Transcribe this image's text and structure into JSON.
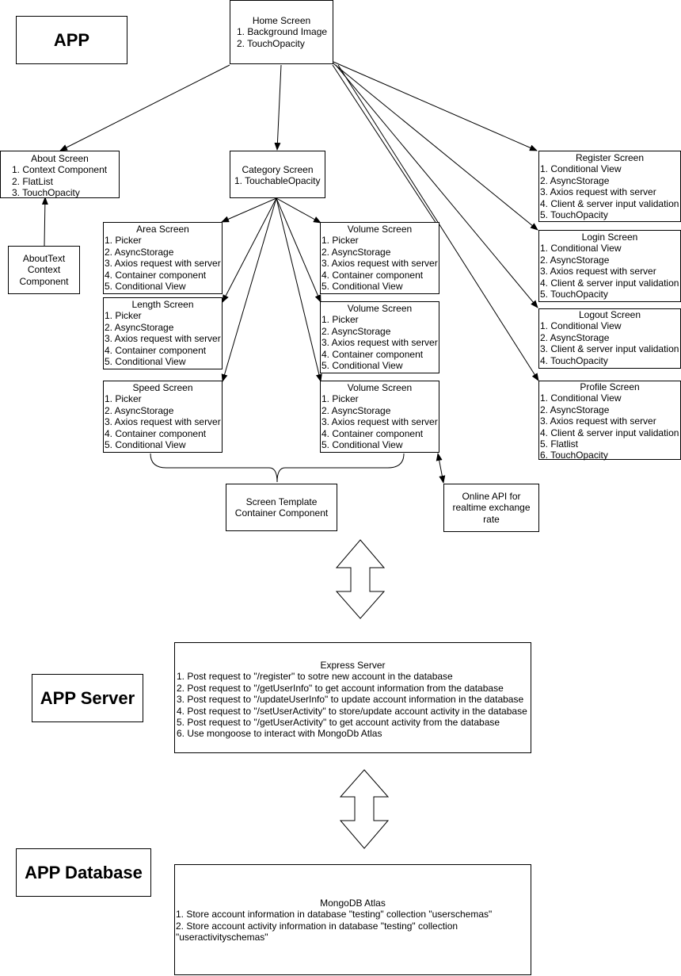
{
  "labels": {
    "app": "APP",
    "server": "APP Server",
    "database": "APP Database"
  },
  "home": {
    "title": "Home Screen",
    "items": [
      "1. Background Image",
      "2. TouchOpacity"
    ]
  },
  "about": {
    "title": "About Screen",
    "items": [
      "1. Context Component",
      "2. FlatList",
      "3. TouchOpacity"
    ]
  },
  "about_text": "AboutText Context Component",
  "category": {
    "title": "Category Screen",
    "items": [
      "1. TouchableOpacity"
    ]
  },
  "area": {
    "title": "Area Screen",
    "items": [
      "1. Picker",
      "2. AsyncStorage",
      "3. Axios request with server",
      "4. Container component",
      "5. Conditional View"
    ]
  },
  "length": {
    "title": "Length Screen",
    "items": [
      "1. Picker",
      "2. AsyncStorage",
      "3. Axios request with server",
      "4. Container component",
      "5. Conditional View"
    ]
  },
  "speed": {
    "title": "Speed Screen",
    "items": [
      "1. Picker",
      "2. AsyncStorage",
      "3. Axios request with server",
      "4. Container component",
      "5. Conditional View"
    ]
  },
  "volume1": {
    "title": "Volume Screen",
    "items": [
      "1. Picker",
      "2. AsyncStorage",
      "3. Axios request with server",
      "4. Container component",
      "5. Conditional View"
    ]
  },
  "volume2": {
    "title": "Volume Screen",
    "items": [
      "1. Picker",
      "2. AsyncStorage",
      "3. Axios request with server",
      "4. Container component",
      "5. Conditional View"
    ]
  },
  "volume3": {
    "title": "Volume Screen",
    "items": [
      "1. Picker",
      "2. AsyncStorage",
      "3. Axios request with server",
      "4. Container component",
      "5. Conditional View"
    ]
  },
  "register": {
    "title": "Register Screen",
    "items": [
      "1. Conditional View",
      "2. AsyncStorage",
      "3. Axios request with server",
      "4. Client & server input validation",
      "5. TouchOpacity"
    ]
  },
  "login": {
    "title": "Login Screen",
    "items": [
      "1. Conditional View",
      "2. AsyncStorage",
      "3. Axios request with server",
      "4. Client & server input validation",
      "5. TouchOpacity"
    ]
  },
  "logout": {
    "title": "Logout Screen",
    "items": [
      "1. Conditional View",
      "2. AsyncStorage",
      "3. Client & server input validation",
      "4. TouchOpacity"
    ]
  },
  "profile": {
    "title": "Profile Screen",
    "items": [
      "1. Conditional View",
      "2. AsyncStorage",
      "3. Axios request with server",
      "4. Client & server input validation",
      "5. Flatlist",
      "6. TouchOpacity"
    ]
  },
  "template": "Screen Template Container Component",
  "online_api": "Online API for realtime  exchange rate",
  "express": {
    "title": "Express Server",
    "items": [
      "1. Post request to \"/register\" to sotre new account in the database",
      "2. Post request to \"/getUserInfo\" to get account information from the database",
      "3. Post request to \"/updateUserInfo\" to update account information in the database",
      "4. Post request to \"/setUserActivity\" to store/update account activity in the database",
      "5. Post request to \"/getUserActivity\" to get account activity from the database",
      "6. Use mongoose to interact with MongoDb Atlas"
    ]
  },
  "mongo": {
    "title": "MongoDB Atlas",
    "items": [
      "1. Store account information in database \"testing\" collection \"userschemas\"",
      "2. Store account activity information in database \"testing\" collection \"useractivityschemas\""
    ]
  }
}
